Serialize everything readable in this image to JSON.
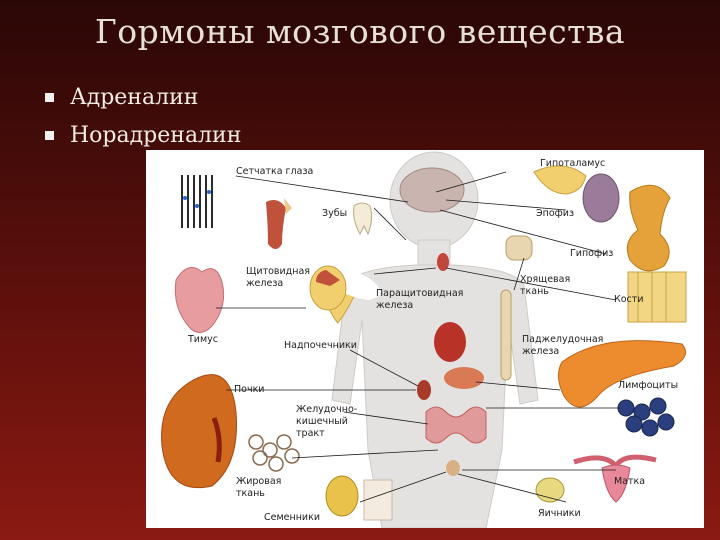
{
  "title": "Гормоны мозгового вещества",
  "bullets": [
    "Адреналин",
    "Норадреналин"
  ],
  "figure": {
    "labels": {
      "retina": "Сетчатка глаза",
      "teeth": "Зубы",
      "thyroid": "Щитовидная железа",
      "thymus": "Тимус",
      "adrenals": "Надпочечники",
      "kidneys": "Почки",
      "gi_tract": "Желудочно-кишечный тракт",
      "adipose": "Жировая ткань",
      "testes": "Семенники",
      "hypothalamus": "Гипоталамус",
      "epiphysis": "Эпофиз",
      "hypophysis": "Гипофиз",
      "cartilage": "Хрящевая ткань",
      "bones": "Кости",
      "parathyroid": "Паращитовидная железа",
      "pancreas": "Паджелудочная железа",
      "lymphocytes": "Лимфоциты",
      "uterus": "Матка",
      "ovaries": "Яичники"
    }
  }
}
